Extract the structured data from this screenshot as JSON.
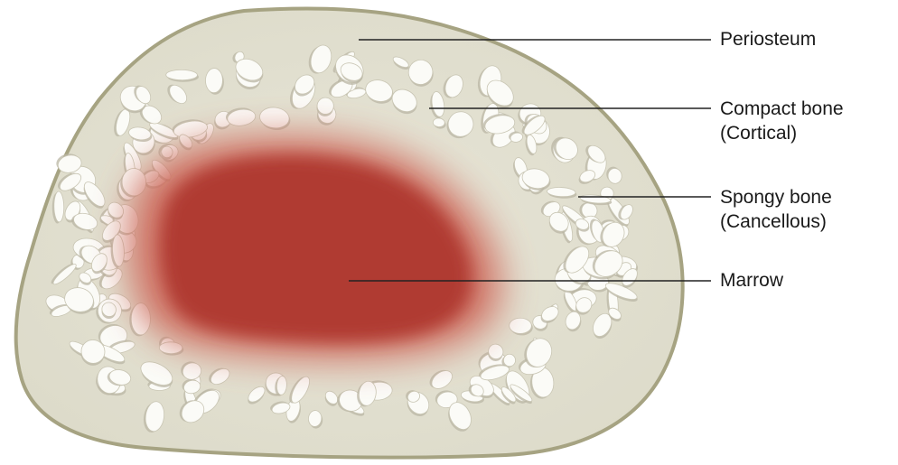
{
  "labels": {
    "periosteum": "Periosteum",
    "compact_bone": [
      "Compact bone",
      "(Cortical)"
    ],
    "spongy_bone": [
      "Spongy bone",
      "(Cancellous)"
    ],
    "marrow": "Marrow"
  },
  "colors": {
    "background": "#ffffff",
    "bone_fill": "#e3e1d2",
    "bone_outline": "#a6a382",
    "spongy_pore": "#fbfbf7",
    "spongy_pore_shadow": "#b9b6a4",
    "marrow_core": "#b03a32",
    "marrow_edge": "#d57f70",
    "leader_line": "#222222"
  }
}
